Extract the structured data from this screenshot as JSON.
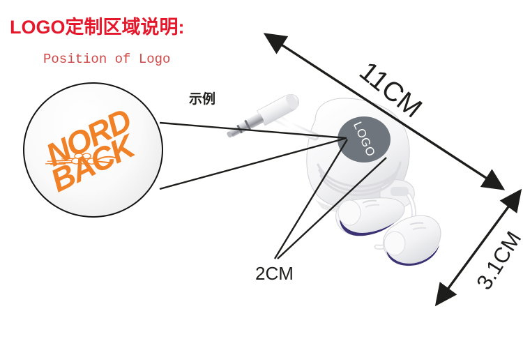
{
  "heading": {
    "title_cn": "LOGO定制区域说明:",
    "subtitle_en": "Position of Logo"
  },
  "labels": {
    "example_cn": "示例",
    "callout_2cm": "2CM"
  },
  "dimensions": {
    "length": "11CM",
    "height": "3.1CM"
  },
  "logo_badge": {
    "text": "LOGO"
  },
  "magnified_logo": {
    "line1": "NORD",
    "line2": "BACK",
    "graphic": "wheat-stalk"
  },
  "colors": {
    "heading_red": "#e4172b",
    "subtitle_red": "#cf4646",
    "logo_orange": "#f08127",
    "badge_gray": "#6f757c",
    "line_black": "#1d1d1b",
    "earbud_accent": "#3b3274",
    "background": "#ffffff"
  }
}
